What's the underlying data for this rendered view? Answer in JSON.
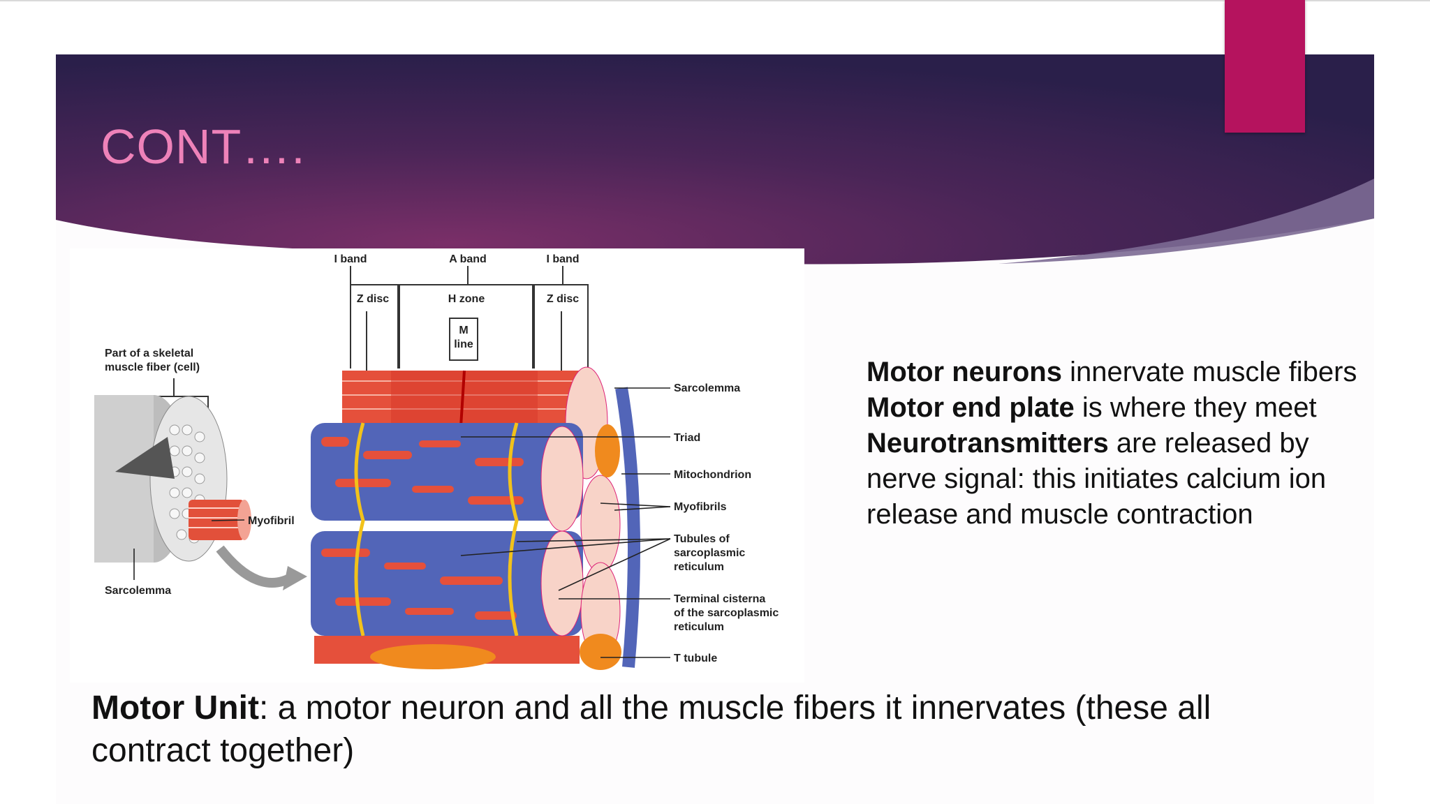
{
  "slide": {
    "title": "CONT….",
    "colors": {
      "banner_dark": "#2c1d4c",
      "banner_mid": "#6a2b64",
      "accent": "#b5135e",
      "title": "#ee82b9"
    }
  },
  "diagram": {
    "labels": {
      "i_band_left": "I band",
      "a_band": "A band",
      "i_band_right": "I band",
      "z_disc_left": "Z disc",
      "h_zone": "H zone",
      "z_disc_right": "Z disc",
      "m_line_1": "M",
      "m_line_2": "line",
      "part_of_fiber_1": "Part of a skeletal",
      "part_of_fiber_2": "muscle fiber (cell)",
      "myofibril": "Myofibril",
      "sarcolemma_left": "Sarcolemma",
      "sarcolemma": "Sarcolemma",
      "triad": "Triad",
      "mitochondrion": "Mitochondrion",
      "myofibrils": "Myofibrils",
      "tubules_1": "Tubules of",
      "tubules_2": "sarcoplasmic",
      "tubules_3": "reticulum",
      "terminal_1": "Terminal cisterna",
      "terminal_2": "of the sarcoplasmic",
      "terminal_3": "reticulum",
      "t_tubule": "T tubule"
    }
  },
  "right_text": {
    "l1_bold": "Motor neurons",
    "l1_rest": " innervate muscle fibers",
    "l2_bold": "Motor end plate",
    "l2_rest": " is where they meet",
    "l3_bold": "Neurotransmitters",
    "l3_rest": " are released by",
    "l4": "nerve signal: this initiates calcium ion",
    "l5": "release and muscle contraction"
  },
  "bottom_text": {
    "bold": "Motor Unit",
    "rest": ": a motor neuron and all the muscle fibers it innervates (these all",
    "line2": "contract together)"
  }
}
